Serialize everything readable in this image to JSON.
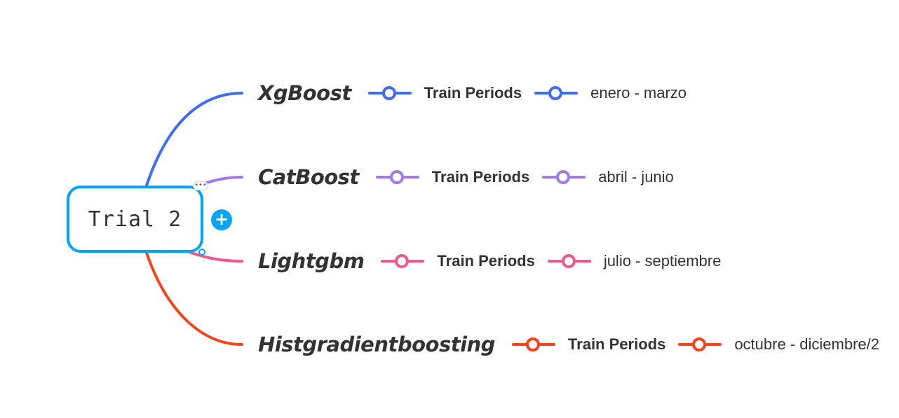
{
  "root": {
    "label": "Trial 2",
    "color": "#00a6f5"
  },
  "controls": {
    "more_glyph": "•••",
    "add_glyph": "+"
  },
  "branches": [
    {
      "title": "XgBoost",
      "color": "#3e6df3",
      "train_label": "Train Periods",
      "period": "enero - marzo"
    },
    {
      "title": "CatBoost",
      "color": "#a07be8",
      "train_label": "Train Periods",
      "period": "abril - junio"
    },
    {
      "title": "Lightgbm",
      "color": "#ee5a8d",
      "train_label": "Train Periods",
      "period": "julio - septiembre"
    },
    {
      "title": "Histgradientboosting",
      "color": "#f4441e",
      "train_label": "Train Periods",
      "period": "octubre - diciembre/2"
    }
  ]
}
